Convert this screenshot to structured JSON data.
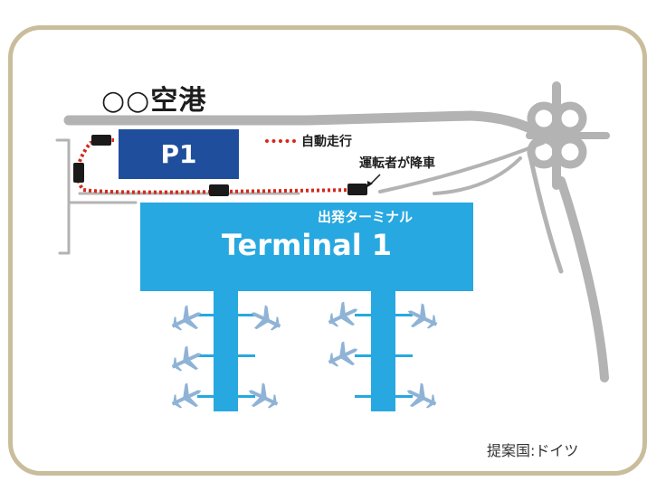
{
  "map": {
    "title": "○○空港",
    "parking_label": "P1",
    "terminal_name_jp": "出発ターミナル",
    "terminal_name_en": "Terminal 1",
    "legend_route": "自動走行",
    "dropoff_label": "運転者が降車",
    "proposer": "提案国:ドイツ"
  },
  "colors": {
    "frame": "#c9bd9c",
    "road": "#b3b3b3",
    "parking": "#1f4e9c",
    "terminal": "#27a8e0",
    "route": "#d42a1d",
    "car": "#1a1a1a",
    "plane": "#8fb3d6"
  },
  "icons": [
    "airplane-icon",
    "car-icon"
  ]
}
